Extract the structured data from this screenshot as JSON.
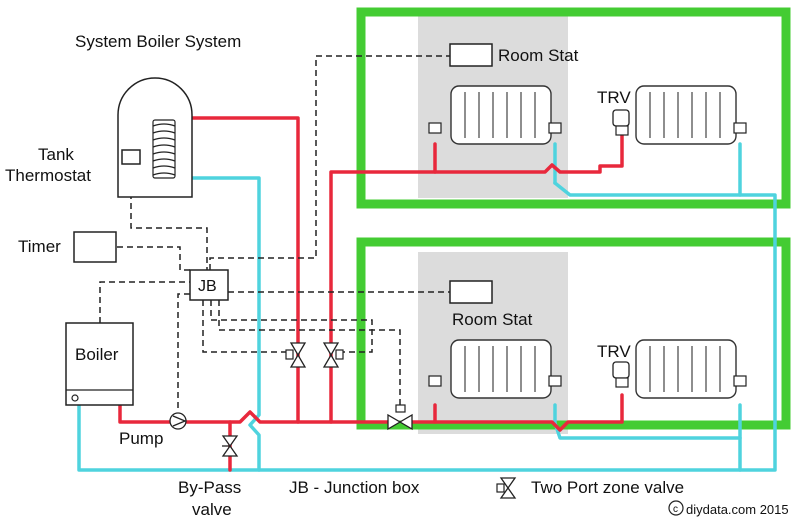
{
  "title": "System Boiler System",
  "labels": {
    "tank_thermostat_line1": "Tank",
    "tank_thermostat_line2": "Thermostat",
    "timer": "Timer",
    "jb": "JB",
    "boiler": "Boiler",
    "pump": "Pump",
    "bypass_line1": "By-Pass",
    "bypass_line2": "valve",
    "room_stat_top": "Room Stat",
    "room_stat_bottom": "Room Stat",
    "trv_top": "TRV",
    "trv_bottom": "TRV"
  },
  "legend": {
    "jb": "JB - Junction box",
    "zone_valve": "Two Port zone valve"
  },
  "copyright": {
    "symbol": "c",
    "text": "diydata.com 2015"
  },
  "colors": {
    "flow_pipe": "#e8283c",
    "return_pipe": "#4fd3de",
    "zone_border": "#44cc33",
    "room_shade": "#dcdcdc"
  }
}
